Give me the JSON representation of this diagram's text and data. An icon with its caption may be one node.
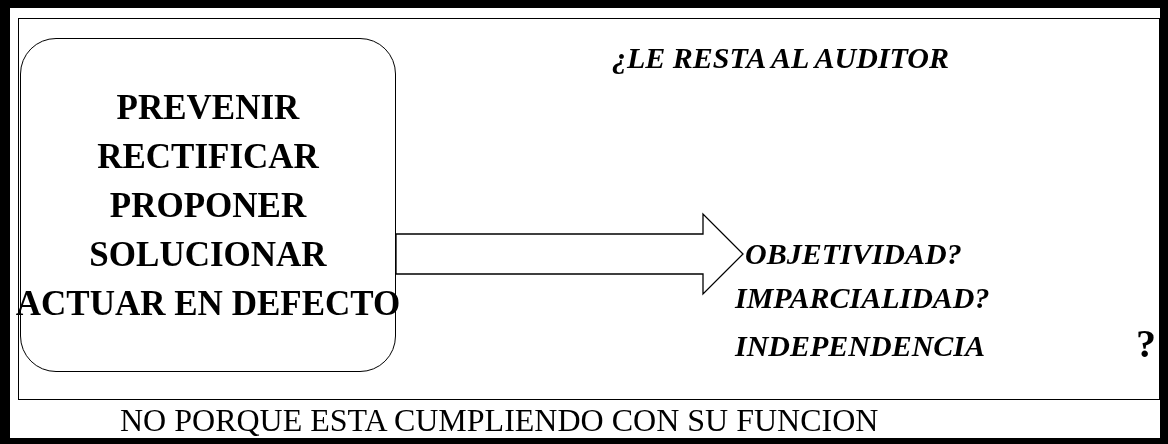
{
  "diagram": {
    "nodes": [
      {
        "text": [
          "PREVENIR",
          "RECTIFICAR",
          "PROPONER",
          "SOLUCIONAR",
          "ACTUAR EN DEFECTO"
        ]
      },
      {
        "text": [
          "OBJETIVIDAD?"
        ]
      }
    ],
    "edges": [
      {
        "from": 0,
        "to": 1,
        "arrow": "to"
      }
    ],
    "labels": [
      "¿LE RESTA AL AUDITOR",
      "IMPARCIALIDAD?",
      "INDEPENDENCIA",
      "?",
      "NO PORQUE ESTA CUMPLIENDO CON SU FUNCION"
    ]
  }
}
